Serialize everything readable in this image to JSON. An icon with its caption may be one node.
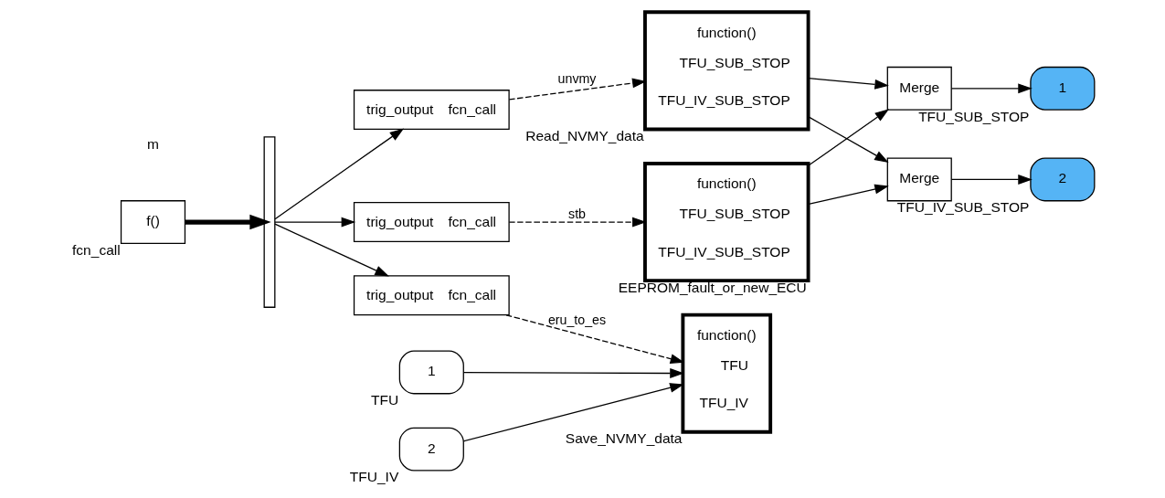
{
  "diagram": {
    "nodes": [
      {
        "text": [
          "f()"
        ],
        "beside": [
          "fcn_call"
        ]
      },
      {
        "text": [],
        "shape": "bar"
      },
      {
        "text": [
          "trig_output",
          "fcn_call"
        ]
      },
      {
        "text": [
          "trig_output",
          "fcn_call"
        ]
      },
      {
        "text": [
          "trig_output",
          "fcn_call"
        ]
      },
      {
        "text": [
          "function()",
          "TFU_SUB_STOP",
          "TFU_IV_SUB_STOP"
        ],
        "beside": [
          "EEPROM_fault_or_new_ECU"
        ]
      },
      {
        "text": [
          "1"
        ],
        "beside": [
          "TFU"
        ]
      },
      {
        "text": [
          "2"
        ],
        "beside": [
          "TFU_IV"
        ]
      },
      {
        "text": [
          "function()",
          "TFU",
          "TFU_IV"
        ],
        "beside": [
          "Save_NVMY_data"
        ]
      },
      {
        "text": [
          "function()",
          "TFU_SUB_STOP",
          "TFU_IV_SUB_STOP"
        ],
        "beside": [
          "Read_NVMY_data"
        ]
      },
      {
        "text": [
          "Merge"
        ]
      },
      {
        "text": [
          "Merge"
        ]
      },
      {
        "text": [
          "1"
        ],
        "beside": [
          "TFU_SUB_STOP"
        ]
      },
      {
        "text": [
          "2"
        ],
        "beside": [
          "TFU_IV_SUB_STOP"
        ]
      }
    ],
    "edges": [
      {
        "from": 0,
        "to": 1,
        "arrow": "to",
        "style": "thick"
      },
      {
        "from": 1,
        "to": 2,
        "arrow": "to"
      },
      {
        "from": 1,
        "to": 3,
        "arrow": "to"
      },
      {
        "from": 1,
        "to": 4,
        "arrow": "to"
      },
      {
        "from": 2,
        "to": 5,
        "arrow": "to",
        "style": "dashed",
        "label": "stb"
      },
      {
        "from": 3,
        "to": 8,
        "arrow": "to",
        "style": "dashed",
        "label": "eru_to_es"
      },
      {
        "from": 4,
        "to": 9,
        "arrow": "to",
        "style": "dashed",
        "label": "unvmy"
      },
      {
        "from": 6,
        "to": 8,
        "arrow": "to"
      },
      {
        "from": 7,
        "to": 8,
        "arrow": "to"
      },
      {
        "from": 5,
        "to": 10,
        "arrow": "to"
      },
      {
        "from": 5,
        "to": 11,
        "arrow": "to"
      },
      {
        "from": 9,
        "to": 10,
        "arrow": "to"
      },
      {
        "from": 9,
        "to": 11,
        "arrow": "to"
      },
      {
        "from": 10,
        "to": 12,
        "arrow": "to"
      },
      {
        "from": 11,
        "to": 13,
        "arrow": "to"
      }
    ],
    "labels": [
      "m"
    ]
  }
}
